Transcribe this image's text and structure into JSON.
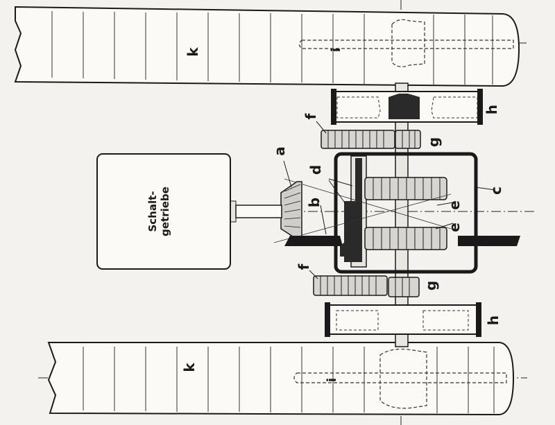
{
  "diagram": {
    "gearbox_label": "Schalt-\ngetriebe",
    "part_labels": {
      "a": "a",
      "b": "b",
      "c": "c",
      "d": "d",
      "e1": "e",
      "e2": "e",
      "f_top": "f",
      "f_bottom": "f",
      "g_top": "g",
      "g_bottom": "g",
      "h_top": "h",
      "h_bottom": "h",
      "i_top": "i",
      "i_bottom": "i",
      "k_top": "k",
      "k_bottom": "k"
    }
  },
  "colors": {
    "ink": "#1a1a1a",
    "paper": "#f3f2ee",
    "fill_light": "#fbfaf7",
    "fill_gray": "#dcdcd8"
  }
}
